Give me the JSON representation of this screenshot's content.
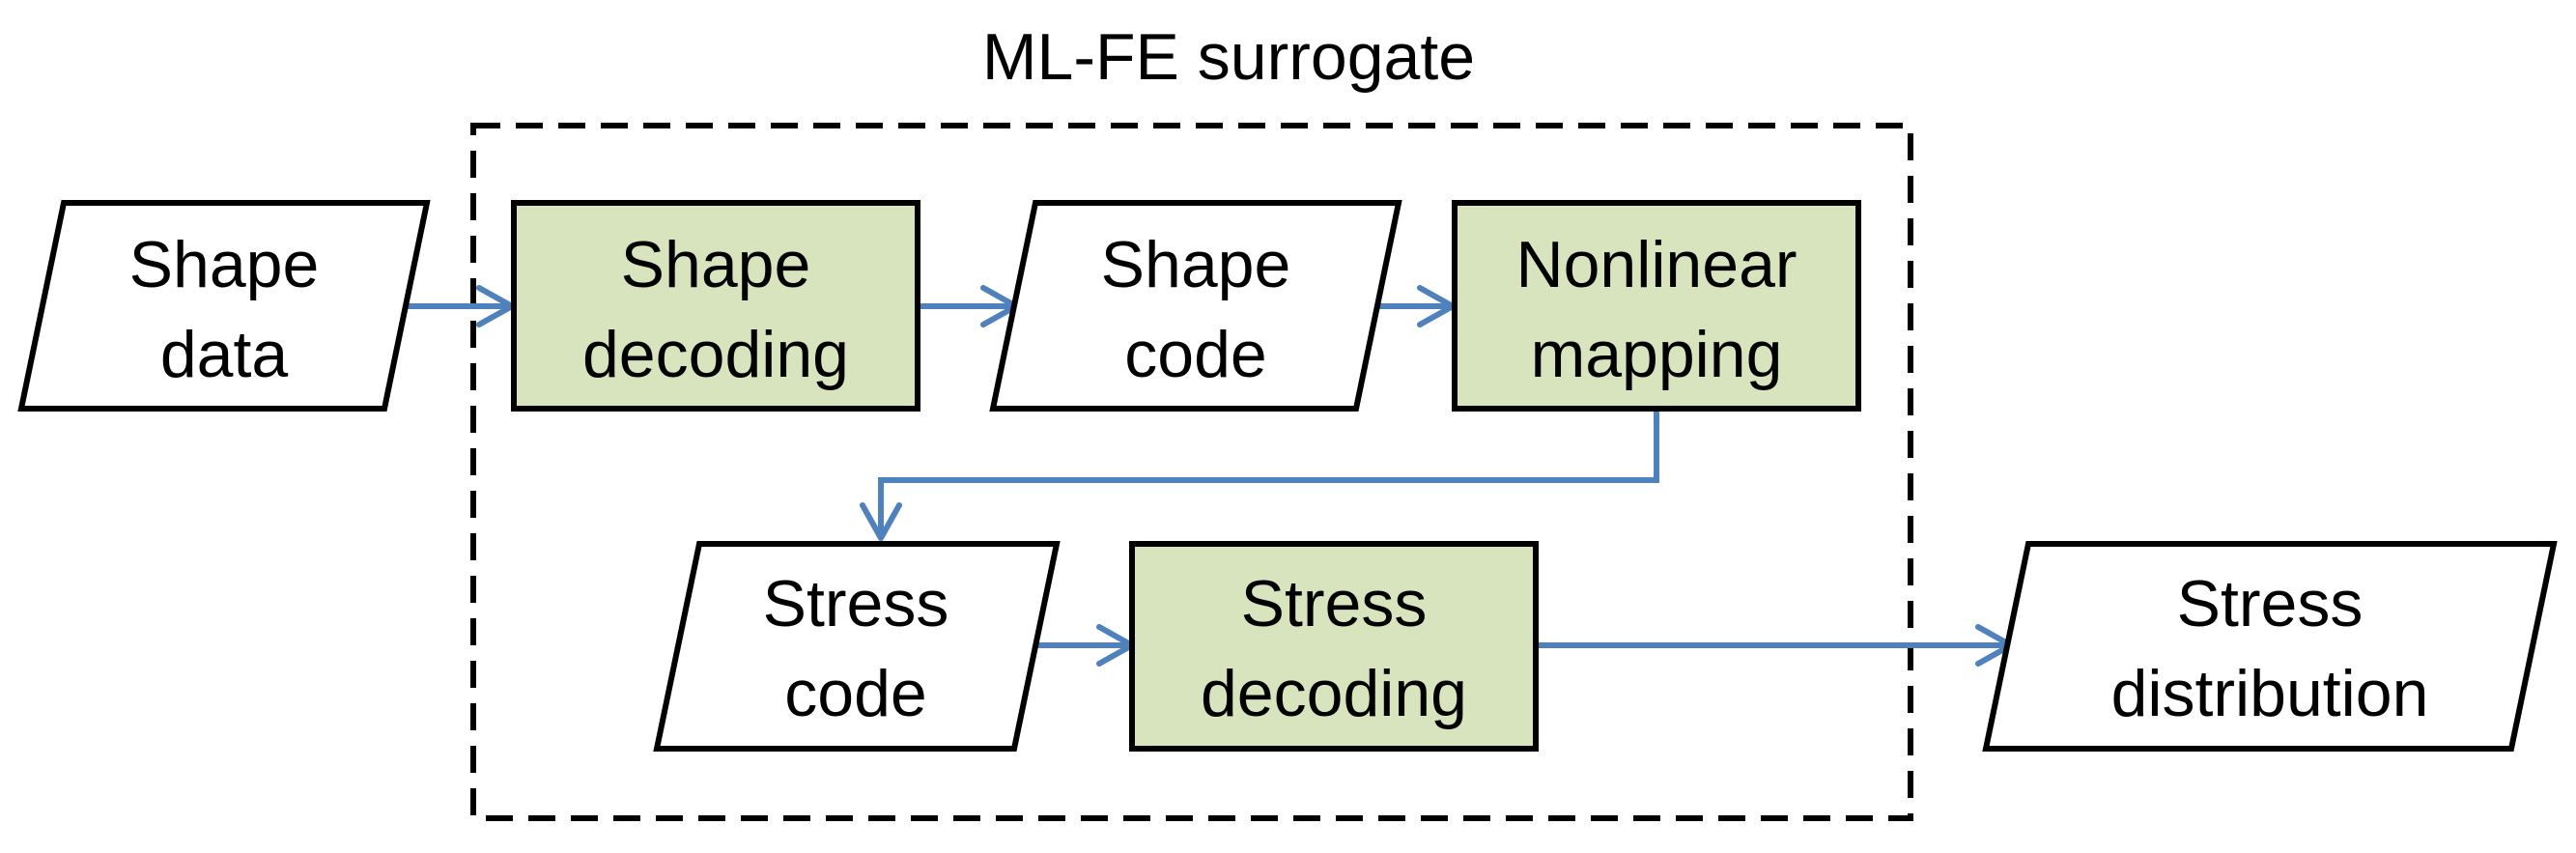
{
  "title": "ML-FE surrogate",
  "colors": {
    "process_fill": "#d7e4bd",
    "data_fill": "#ffffff",
    "stroke": "#000000",
    "arrow": "#4f81bd"
  },
  "nodes": {
    "shape_data": {
      "line1": "Shape",
      "line2": "data"
    },
    "shape_decoding": {
      "line1": "Shape",
      "line2": "decoding"
    },
    "shape_code": {
      "line1": "Shape",
      "line2": "code"
    },
    "nonlinear_mapping": {
      "line1": "Nonlinear",
      "line2": "mapping"
    },
    "stress_code": {
      "line1": "Stress",
      "line2": "code"
    },
    "stress_decoding": {
      "line1": "Stress",
      "line2": "decoding"
    },
    "stress_distribution": {
      "line1": "Stress",
      "line2": "distribution"
    }
  }
}
